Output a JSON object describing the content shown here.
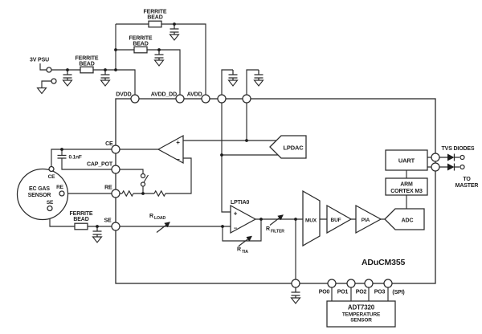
{
  "colors": {
    "ink": "#2a2a2a",
    "background": "#ffffff"
  },
  "power": {
    "psu_label": "3V PSU",
    "ferrite_line1": "FERRITE",
    "ferrite_line2": "BEAD"
  },
  "chip": {
    "name": "ADuCM355",
    "pins": {
      "dvdd": "DVDD",
      "avdd_dd": "AVDD_DD",
      "avdd": "AVDD",
      "ce": "CE",
      "cap_pot": "CAP_POT",
      "re": "RE",
      "se": "SE",
      "po0": "PO0",
      "po1": "PO1",
      "po2": "PO2",
      "po3": "PO3",
      "spi": "(SPI)"
    },
    "blocks": {
      "lpdac": "LPDAC",
      "lptia": "LPTIA0",
      "mux": "MUX",
      "buf": "BUF",
      "pia": "PIA",
      "adc": "ADC",
      "arm_line1": "ARM",
      "arm_line2": "CORTEX M3",
      "uart": "UART"
    },
    "opamp": {
      "plus": "+",
      "minus": "–"
    }
  },
  "sensor": {
    "label_line1": "EC GAS",
    "label_line2": "SENSOR",
    "terminal_ce": "CE",
    "terminal_re": "RE",
    "terminal_se": "SE"
  },
  "components": {
    "cap_value": "0.1nF",
    "r_load_base": "R",
    "r_load_sub": "LOAD",
    "r_filter_base": "R",
    "r_filter_sub": "FILTER",
    "r_tia_base": "R",
    "r_tia_sub": "TIA"
  },
  "right": {
    "tvs_label": "TVS DIODES",
    "to_master_line1": "TO",
    "to_master_line2": "MASTER"
  },
  "temp_sensor": {
    "name": "ADT7320",
    "line1": "TEMPERATURE",
    "line2": "SENSOR"
  }
}
